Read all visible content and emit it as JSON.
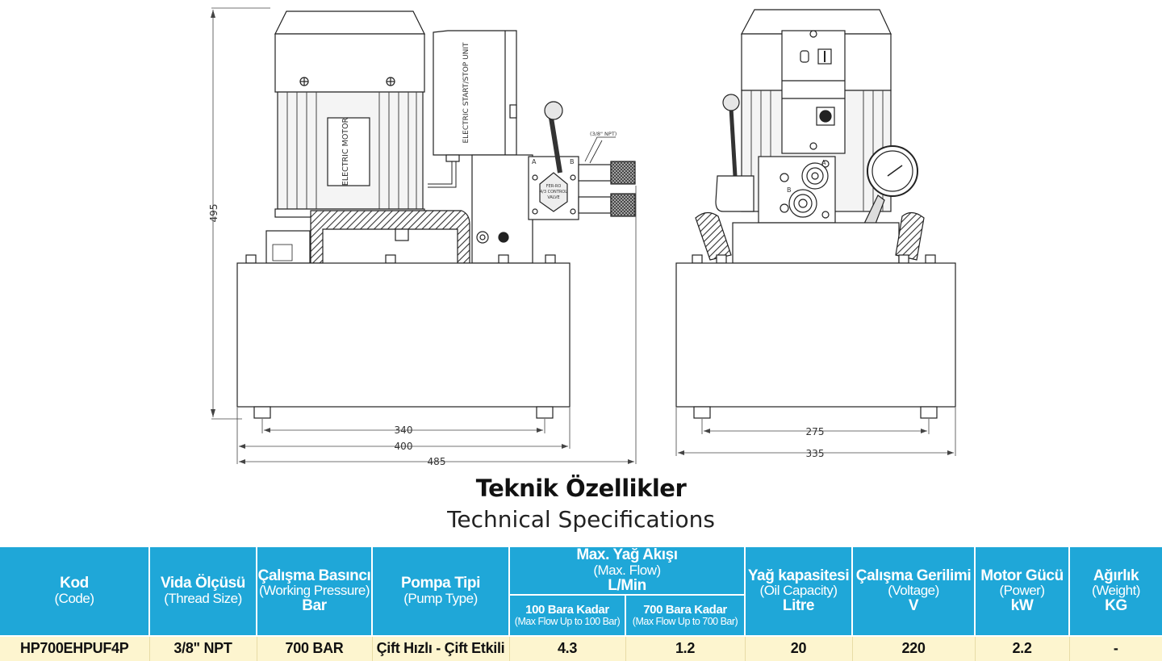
{
  "drawing": {
    "labels": {
      "motor": "ELECTRIC MOTOR",
      "start_stop": "ELECTRIC START/STOP UNIT",
      "npt": "(3/8\" NPT)",
      "valve_brand": "FER-RO",
      "valve_model": "4/3 CONTROL",
      "valve_word": "VALVE",
      "port_a": "A",
      "port_b": "B",
      "port_a_side": "A",
      "port_b_side": "B"
    },
    "dimensions": {
      "height": "495",
      "front_inner": "340",
      "front_mid": "400",
      "front_outer": "485",
      "side_inner": "275",
      "side_outer": "335"
    }
  },
  "title_tr": "Teknik Özellikler",
  "title_en": "Technical Specifications",
  "table": {
    "headers": {
      "code": {
        "tr": "Kod",
        "en": "(Code)"
      },
      "thread": {
        "tr": "Vida Ölçüsü",
        "en": "(Thread Size)"
      },
      "pressure": {
        "tr": "Çalışma Basıncı",
        "en": "(Working Pressure)",
        "unit": "Bar"
      },
      "pump": {
        "tr": "Pompa Tipi",
        "en": "(Pump Type)"
      },
      "flow": {
        "tr": "Max. Yağ Akışı",
        "en": "(Max. Flow)",
        "unit": "L/Min"
      },
      "flow_sub1": {
        "tr": "100 Bara Kadar",
        "en": "(Max Flow Up to 100 Bar)"
      },
      "flow_sub2": {
        "tr": "700 Bara Kadar",
        "en": "(Max Flow Up to 700 Bar)"
      },
      "oil": {
        "tr": "Yağ kapasitesi",
        "en": "(Oil Capacity)",
        "unit": "Litre"
      },
      "voltage": {
        "tr": "Çalışma Gerilimi",
        "en": "(Voltage)",
        "unit": "V"
      },
      "power": {
        "tr": "Motor Gücü",
        "en": "(Power)",
        "unit": "kW"
      },
      "weight": {
        "tr": "Ağırlık",
        "en": "(Weight)",
        "unit": "KG"
      }
    },
    "row": {
      "code": "HP700EHPUF4P",
      "thread": "3/8\" NPT",
      "pressure": "700 BAR",
      "pump": "Çift Hızlı - Çift Etkili",
      "flow100": "4.3",
      "flow700": "1.2",
      "oil": "20",
      "voltage": "220",
      "power": "2.2",
      "weight": "-"
    }
  }
}
